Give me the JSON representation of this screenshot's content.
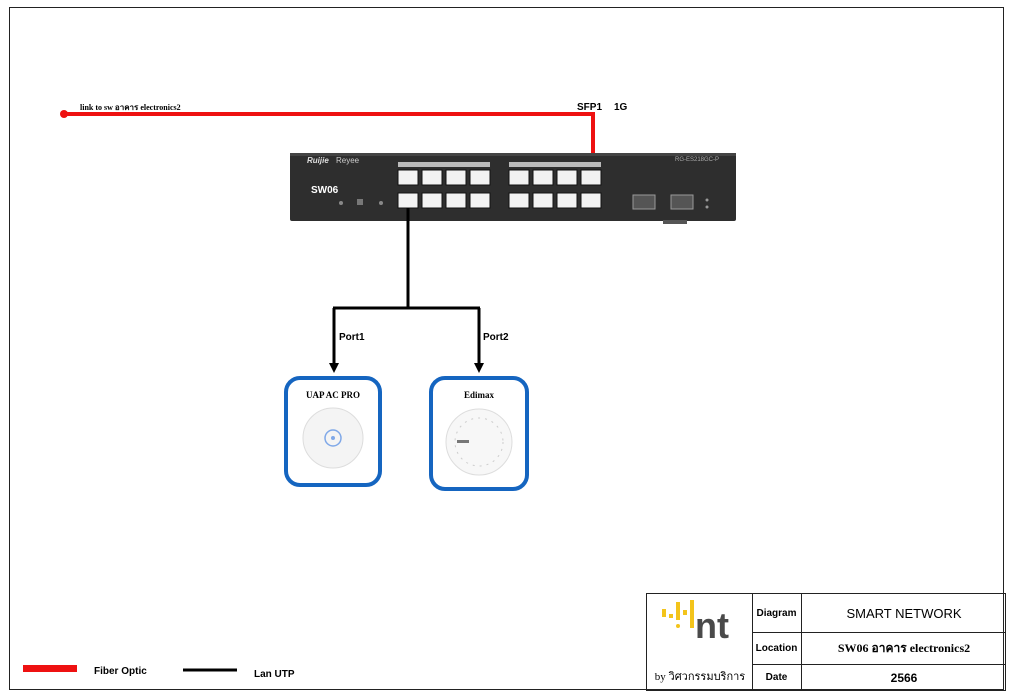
{
  "fiber_link_label": "link to sw อาคาร electronics2",
  "sfp_label": "SFP1",
  "speed_label": "1G",
  "switch": {
    "name": "SW06",
    "brand": "Ruijie",
    "sub_brand": "Reyee",
    "model": "RG-ES218GC-P"
  },
  "ports": {
    "port1": "Port1",
    "port2": "Port2"
  },
  "access_points": [
    {
      "name": "UAP AC PRO"
    },
    {
      "name": "Edimax"
    }
  ],
  "legend": {
    "fiber": "Fiber Optic",
    "lan": "Lan UTP"
  },
  "title_block": {
    "logo_text": "nt",
    "by_text": "by วิศวกรรมบริการ",
    "diagram_label": "Diagram",
    "diagram_value": "SMART NETWORK",
    "location_label": "Location",
    "location_value": "SW06 อาคาร electronics2",
    "date_label": "Date",
    "date_value": "2566"
  },
  "colors": {
    "fiber": "#ee1111",
    "lan": "#000000",
    "ap_border": "#1565c0",
    "switch_body": "#2e2e2e",
    "logo_yellow": "#f3c41b",
    "logo_gray": "#4a4a4a"
  }
}
